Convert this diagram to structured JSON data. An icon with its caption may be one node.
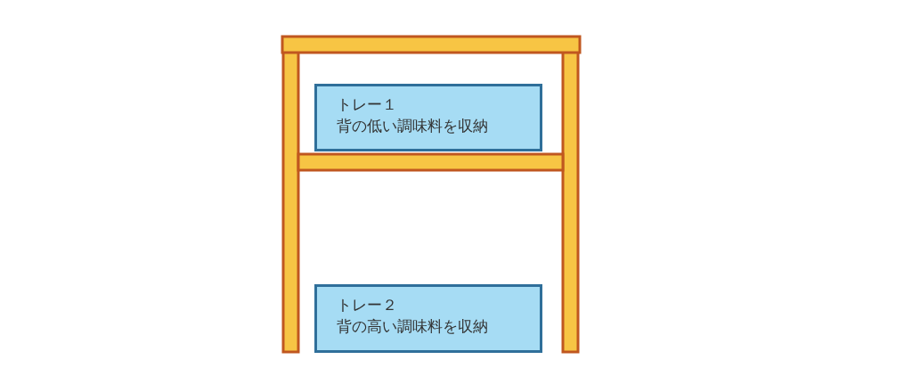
{
  "diagram": {
    "nodes": [
      {
        "text": [
          "トレー１",
          "背の低い調味料を収納"
        ]
      },
      {
        "text": [
          "トレー２",
          "背の高い調味料を収納"
        ]
      }
    ]
  }
}
